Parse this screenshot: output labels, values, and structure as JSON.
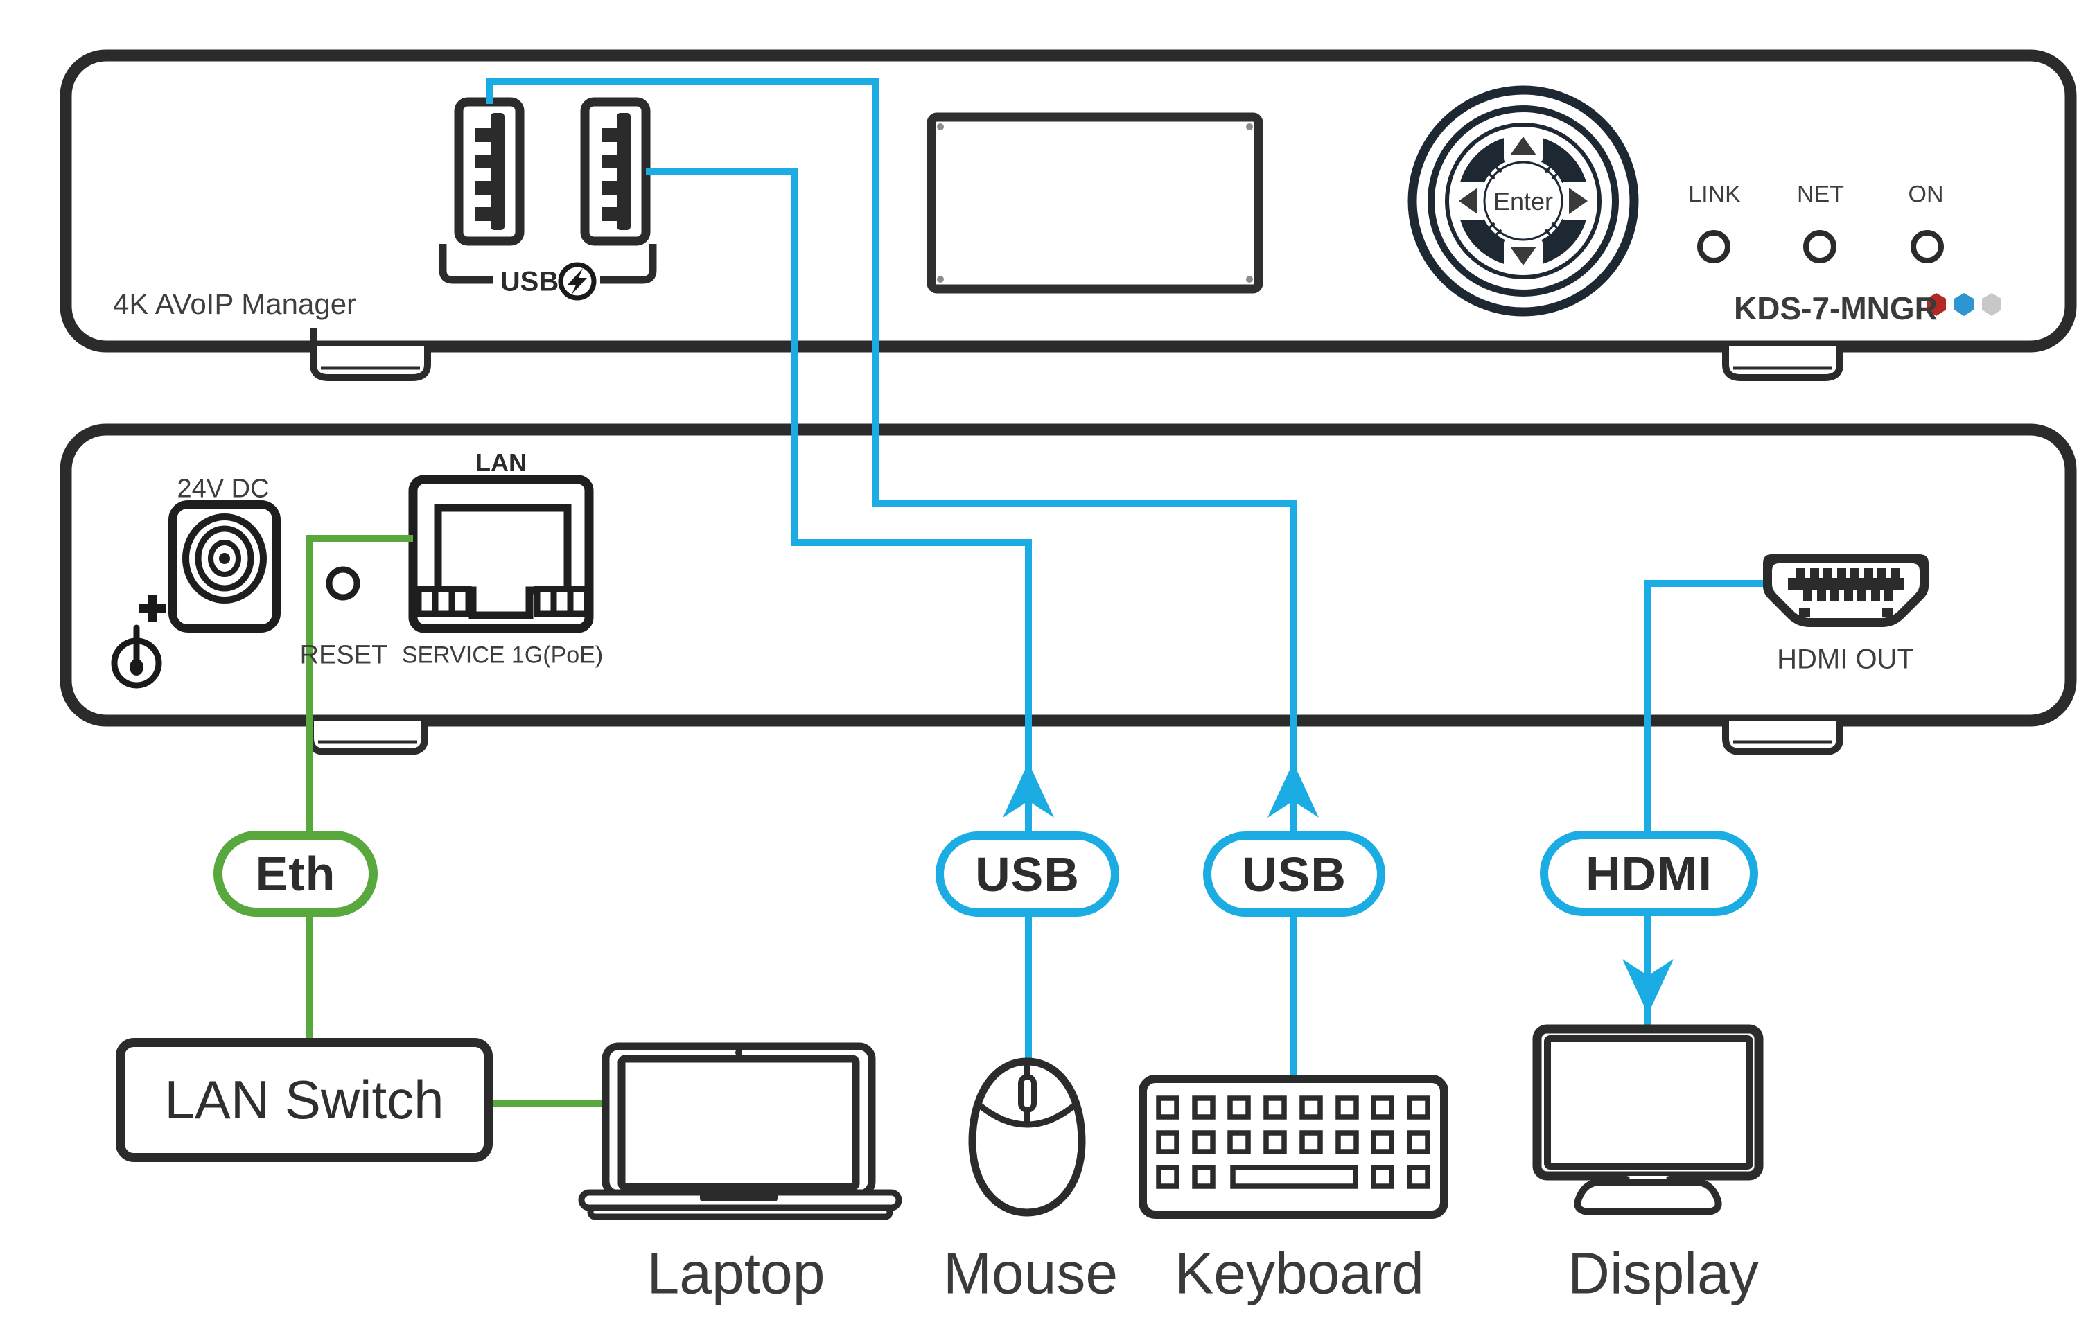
{
  "front_panel": {
    "title": "4K AVoIP Manager",
    "usb_group_label": "USB",
    "enter_button": "Enter",
    "led_labels": [
      "LINK",
      "NET",
      "ON"
    ],
    "model_name": "KDS-7-MNGR"
  },
  "rear_panel": {
    "dc_label": "24V DC",
    "reset_label": "RESET",
    "lan_port_label": "LAN",
    "service_label": "SERVICE 1G(PoE)",
    "hdmi_out_label": "HDMI OUT"
  },
  "cables": {
    "eth_label": "Eth",
    "usb_mouse_label": "USB",
    "usb_keyboard_label": "USB",
    "hdmi_label": "HDMI"
  },
  "devices": {
    "lan_switch_label": "LAN Switch",
    "laptop_label": "Laptop",
    "mouse_label": "Mouse",
    "keyboard_label": "Keyboard",
    "display_label": "Display"
  },
  "icons": {
    "usb_power": "lightning-in-circle-icon",
    "dc_polarity": "center-positive-icon",
    "nav_arrows": "up-down-left-right-triangles"
  },
  "colors": {
    "line_blue": "#1aace3",
    "line_green": "#58a83e",
    "panel_dark": "#2b2b2b",
    "navpad_dark": "#1e2833",
    "text_dark": "#3a3a3a",
    "model_badge_red": "#b22a23",
    "model_badge_blue": "#2d95d0",
    "model_badge_gray": "#c8c8ca"
  }
}
